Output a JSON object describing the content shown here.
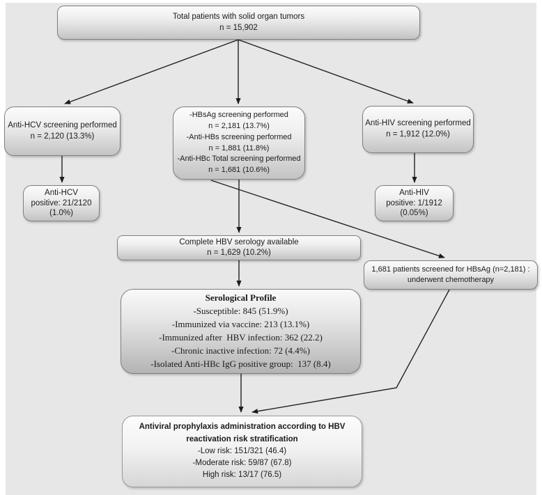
{
  "figure": {
    "colors": {
      "canvas": "#e7e7e7",
      "box_border": "#7f7f7f",
      "arrow": "#222222"
    },
    "nodes": {
      "total": {
        "lines": [
          "Total patients with solid organ tumors",
          "n = 15,902"
        ]
      },
      "hcv_screening": {
        "lines": [
          "Anti-HCV screening performed",
          "n = 2,120 (13.3%)"
        ]
      },
      "hbv_screening": {
        "lines": [
          "-HBsAg screening performed",
          "n = 2,181 (13.7%)",
          "-Anti-HBs screening performed",
          "n = 1,881 (11.8%)",
          "-Anti-HBc Total screening performed",
          "n = 1,681 (10.6%)"
        ]
      },
      "hiv_screening": {
        "lines": [
          "Anti-HIV screening performed",
          "n = 1,912 (12.0%)"
        ]
      },
      "hcv_positive": {
        "lines": [
          "Anti-HCV",
          "positive: 21/2120",
          "(1.0%)"
        ]
      },
      "hiv_positive": {
        "lines": [
          "Anti-HIV",
          "positive: 1/1912",
          "(0.05%)"
        ]
      },
      "hbv_serology": {
        "lines": [
          "Complete HBV serology available",
          "n = 1,629 (10.2%)"
        ]
      },
      "chemotherapy": {
        "lines": [
          "1,681 patients screened for HBsAg (n=2,181) :",
          "underwent chemotherapy"
        ]
      },
      "serological_profile": {
        "title": "Serological Profile",
        "lines": [
          "-Susceptible: 845 (51.9%)",
          "-Immunized via vaccine: 213 (13.1%)",
          "-Immunized after  HBV infection: 362 (22.2)",
          "-Chronic inactive infection: 72 (4.4%)",
          "-Isolated Anti-HBc IgG positive group:  137 (8.4)"
        ]
      },
      "prophylaxis": {
        "title_lines": [
          "Antiviral prophylaxis administration according to HBV",
          "reactivation risk stratification"
        ],
        "lines": [
          "-Low risk: 151/321 (46.4)",
          "-Moderate risk: 59/87 (67.8)",
          "High risk: 13/17 (76.5)"
        ]
      }
    }
  }
}
